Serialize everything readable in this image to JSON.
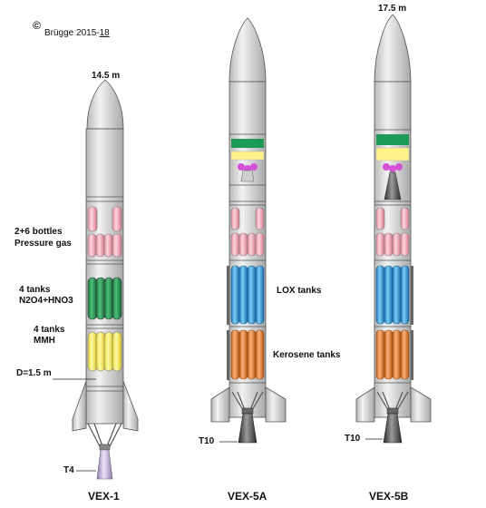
{
  "copyright": {
    "symbol": "©",
    "text": "Brügge 2015-",
    "year": "18"
  },
  "rockets": [
    {
      "name": "VEX-1",
      "height": "14.5 m"
    },
    {
      "name": "VEX-5A",
      "height": ""
    },
    {
      "name": "VEX-5B",
      "height": "17.5 m"
    }
  ],
  "labels": {
    "bottles_line1": "2+6 bottles",
    "bottles_line2": "Pressure gas",
    "n2o4_line1": "4 tanks",
    "n2o4_line2": "N2O4+HNO3",
    "mmh_line1": "4 tanks",
    "mmh_line2": "MMH",
    "diameter": "D=1.5 m",
    "engine_vex1": "T4",
    "lox": "LOX tanks",
    "kerosene": "Kerosene tanks",
    "engine_vex5a": "T10",
    "engine_vex5b": "T10"
  },
  "colors": {
    "body": "#e4e4e4",
    "outline": "#555555",
    "pressure": "#f4b6c2",
    "n2o4": "#2e9e5b",
    "mmh": "#fff25a",
    "lox": "#35a9e8",
    "kerosene": "#f08a3a",
    "stage_green": "#1e9a58",
    "stage_yellow": "#fff38a",
    "nozzle_dark": "#444444",
    "nozzle_purple": "#c6b6dc",
    "thruster": "#d64fd8"
  }
}
